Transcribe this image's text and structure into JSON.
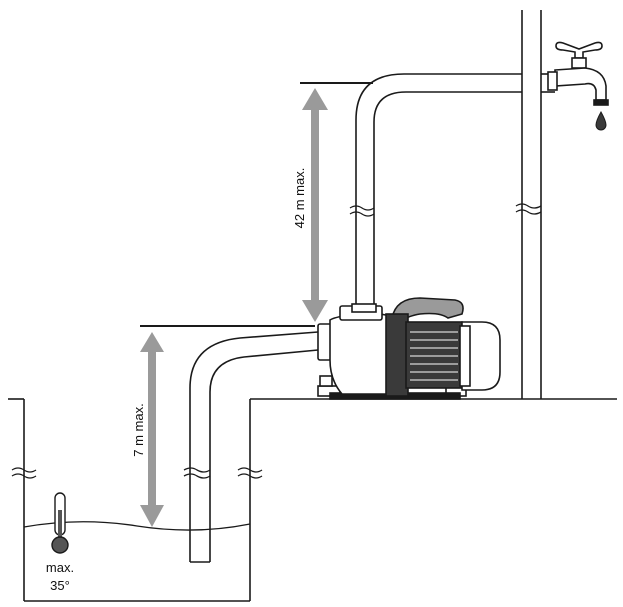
{
  "diagram": {
    "suction_height_label": "7 m max.",
    "delivery_height_label": "42 m max.",
    "temperature_label_line1": "max.",
    "temperature_label_line2": "35°",
    "colors": {
      "line": "#1a1a1a",
      "arrow": "#9a9a9a",
      "pump_body": "#3a3a3a",
      "pump_light": "#cfcfcf"
    },
    "icons": [
      "thermometer-icon",
      "tap-icon",
      "water-drop-icon",
      "pump-icon",
      "break-mark-icon"
    ]
  }
}
